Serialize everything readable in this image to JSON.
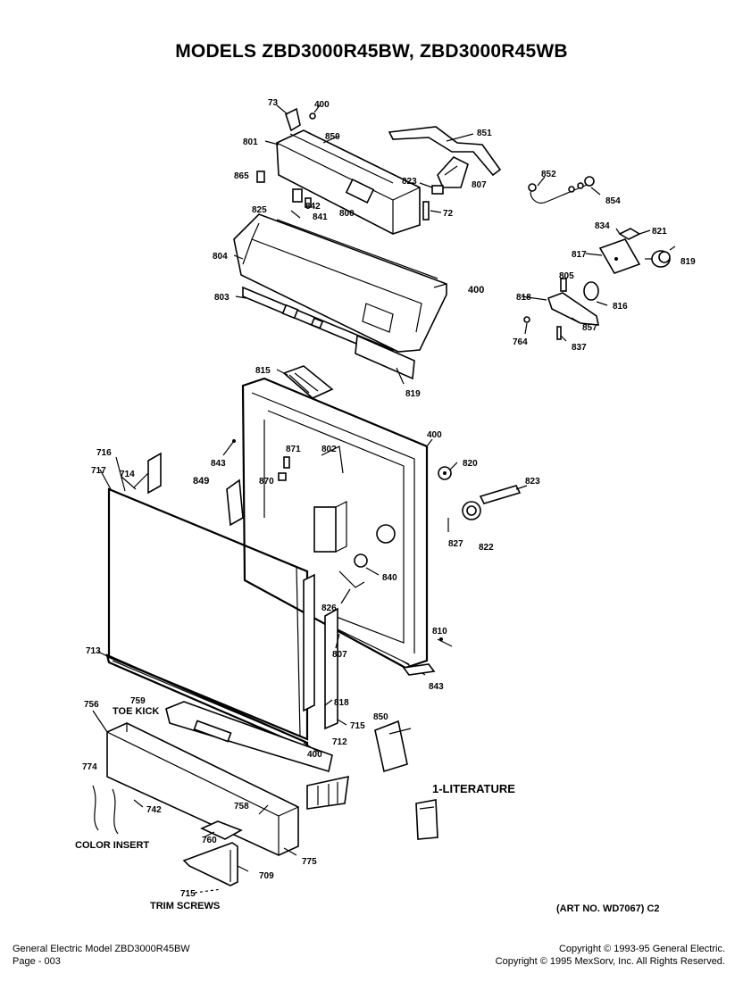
{
  "title": "MODELS ZBD3000R45BW, ZBD3000R45WB",
  "labels": {
    "l73": "73",
    "l400a": "400",
    "l850a": "850",
    "l851": "851",
    "l801": "801",
    "l865": "865",
    "l823a": "823",
    "l807a": "807",
    "l842": "842",
    "l841": "841",
    "l800": "800",
    "l72": "72",
    "l852": "852",
    "l854": "854",
    "l825": "825",
    "l834": "834",
    "l821": "821",
    "l817": "817",
    "l818a": "818",
    "l804": "804",
    "l400b": "400",
    "l803": "803",
    "l819": "819",
    "l816": "816",
    "l764": "764",
    "l837": "837",
    "l857": "857",
    "l805": "805",
    "l815": "815",
    "l400c": "400",
    "l716": "716",
    "l717": "717",
    "l714": "714",
    "l843a": "843",
    "l849": "849",
    "l871": "871",
    "l802": "802",
    "l870": "870",
    "l820": "820",
    "l823b": "823",
    "l822": "822",
    "l827": "827",
    "l840": "840",
    "l826": "826",
    "l807b": "807",
    "l810": "810",
    "l713": "713",
    "l843b": "843",
    "l759": "759",
    "toe_kick": "TOE KICK",
    "l756": "756",
    "l818b": "818",
    "l715a": "715",
    "l712": "712",
    "l850b": "850",
    "l400d": "400",
    "l774": "774",
    "l742": "742",
    "l758": "758",
    "color_insert": "COLOR INSERT",
    "l760": "760",
    "l775": "775",
    "l709": "709",
    "l715b": "715",
    "trim_screws": "TRIM SCREWS",
    "literature": "1-LITERATURE"
  },
  "art_no": "(ART NO. WD7067) C2",
  "footer": {
    "left_line1": "General Electric Model ZBD3000R45BW",
    "left_line2": "Page - 003",
    "right_line1": "Copyright © 1993-95 General Electric.",
    "right_line2": "Copyright © 1995 MexSorv, Inc.  All Rights Reserved."
  }
}
